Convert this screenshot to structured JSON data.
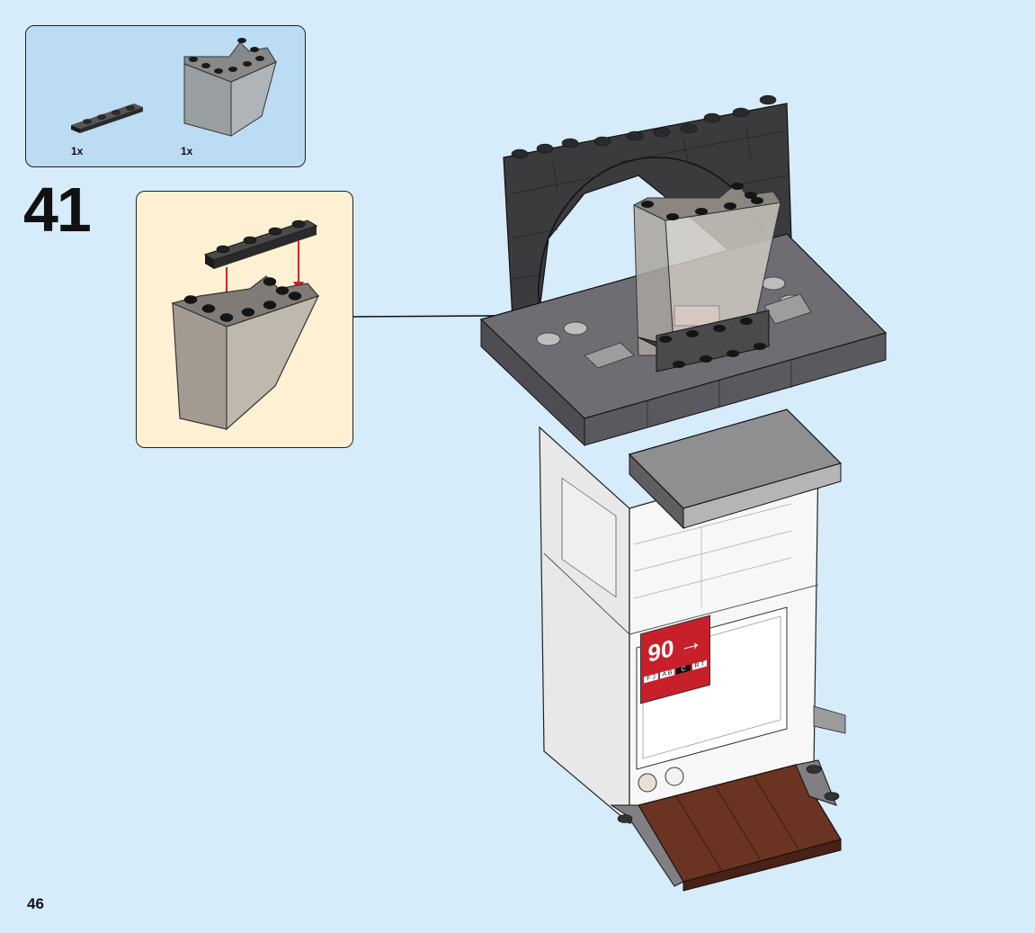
{
  "parts_list": {
    "items": [
      {
        "name": "black-plate-1x4",
        "quantity": "1x"
      },
      {
        "name": "trans-black-windscreen",
        "quantity": "1x"
      }
    ]
  },
  "step": {
    "number": "41"
  },
  "sign": {
    "number": "90",
    "arrow": "→",
    "codes": [
      "F J",
      "A B",
      "C",
      "R T"
    ]
  },
  "page": {
    "number": "46"
  },
  "colors": {
    "background": "#d6ecfa",
    "parts_box": "#bcdcf4",
    "callout_box": "#fdf0d3",
    "dark_stone": "#3b3b3e",
    "grey_roof": "#707074",
    "white_wall": "#f7f7f7",
    "brown_floor": "#6b3322",
    "sign_red": "#c8202b",
    "assembly_arrow": "#d2222e"
  }
}
